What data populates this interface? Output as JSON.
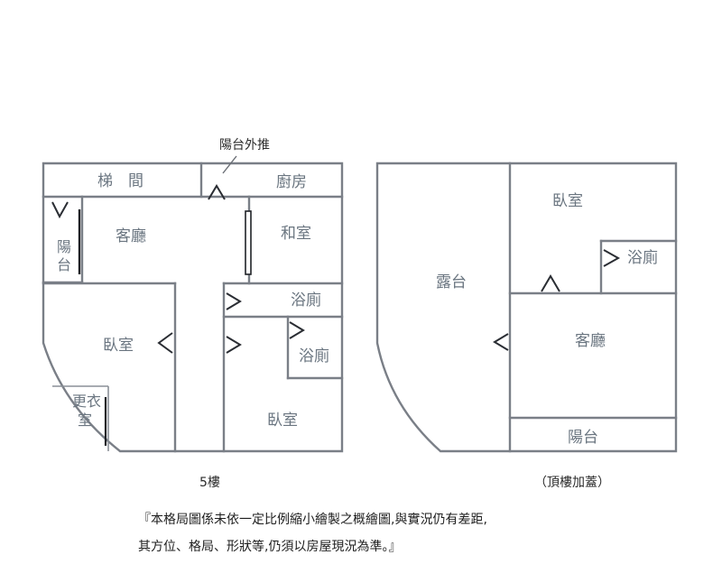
{
  "floor5": {
    "annotation": "陽台外推",
    "rooms": {
      "stair": "梯　間",
      "kitchen": "廚房",
      "living": "客廳",
      "japanese": "和室",
      "balcony_line1": "陽",
      "balcony_line2": "台",
      "bath_top": "浴廁",
      "bath_right": "浴廁",
      "bedroom_left": "臥室",
      "bedroom_right": "臥室",
      "closet_line1": "更衣",
      "closet_line2": "室"
    },
    "caption": "5樓"
  },
  "rooftop": {
    "rooms": {
      "terrace": "露台",
      "bedroom": "臥室",
      "bath": "浴廁",
      "living": "客廳",
      "balcony": "陽台"
    },
    "caption": "（頂樓加蓋）"
  },
  "disclaimer": {
    "line1": "『本格局圖係未依一定比例縮小繪製之概繪圖,與實況仍有差距,",
    "line2": "其方位、格局、形狀等,仍須以房屋現況為準。』"
  }
}
